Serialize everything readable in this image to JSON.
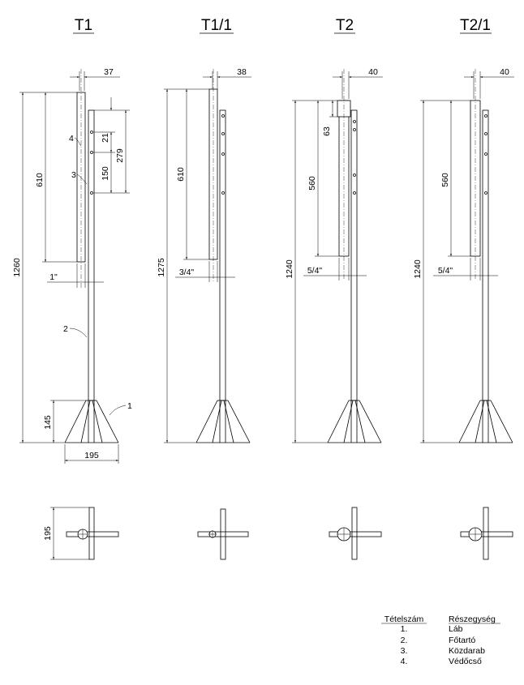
{
  "titles": [
    "T1",
    "T1/1",
    "T2",
    "T2/1"
  ],
  "T1": {
    "top_width": "37",
    "gap": "21",
    "hole_spacing": "150",
    "clamp_span": "279",
    "sleeve_length": "610",
    "total_height": "1260",
    "pipe_size": "1\"",
    "foot_height": "145",
    "foot_width": "195",
    "callouts": [
      "1",
      "2",
      "3",
      "4"
    ],
    "plan_width": "195"
  },
  "T1_1": {
    "top_width": "38",
    "sleeve_length": "610",
    "total_height": "1275",
    "pipe_size": "3/4\""
  },
  "T2": {
    "top_width": "40",
    "offset": "63",
    "sleeve_length": "560",
    "total_height": "1240",
    "pipe_size": "5/4\""
  },
  "T2_1": {
    "top_width": "40",
    "sleeve_length": "560",
    "total_height": "1240",
    "pipe_size": "5/4\""
  },
  "legend": {
    "col1_header": "Tételszám",
    "col2_header": "Részegység",
    "rows": [
      {
        "num": "1.",
        "name": "Láb"
      },
      {
        "num": "2.",
        "name": "Főtartó"
      },
      {
        "num": "3.",
        "name": "Közdarab"
      },
      {
        "num": "4.",
        "name": "Védőcső"
      }
    ]
  }
}
